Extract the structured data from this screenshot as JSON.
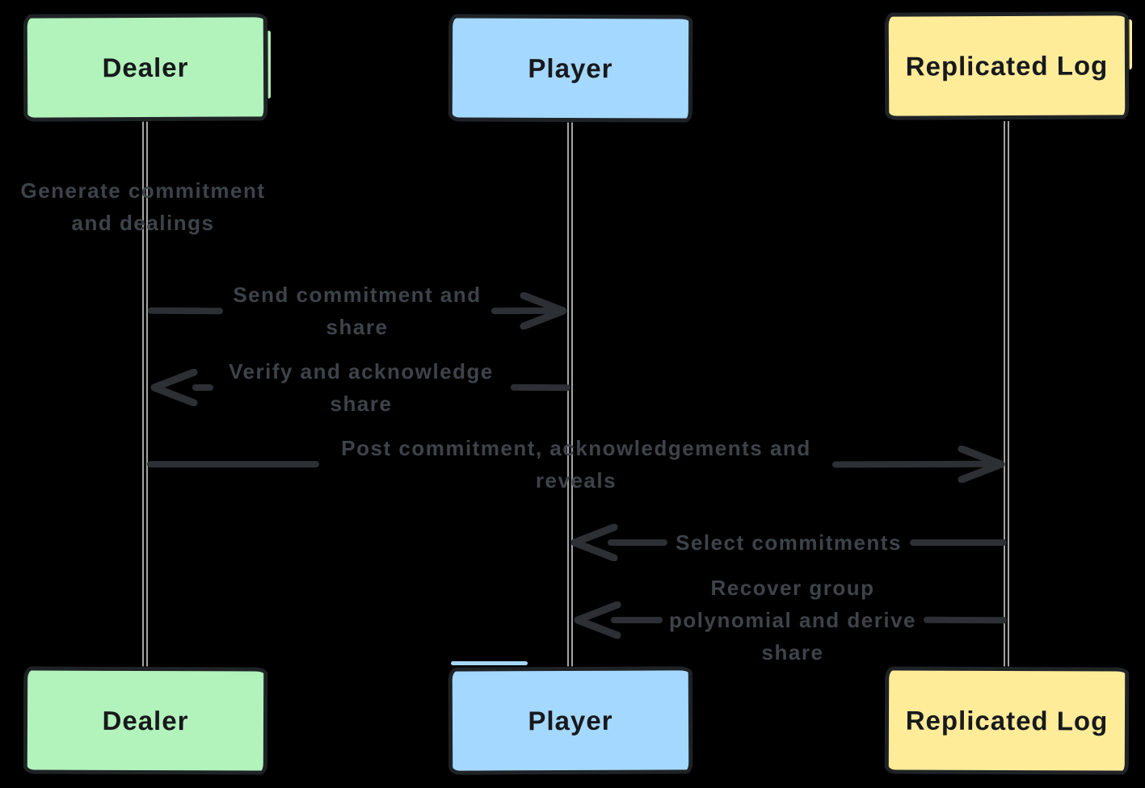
{
  "diagram": {
    "type": "sequence-diagram",
    "background": "#000000",
    "actors": [
      {
        "id": "dealer",
        "label": "Dealer",
        "fill": "#b2f2bb"
      },
      {
        "id": "player",
        "label": "Player",
        "fill": "#a5d8ff"
      },
      {
        "id": "replicated-log",
        "label": "Replicated Log",
        "fill": "#ffec99"
      }
    ],
    "messages": [
      {
        "kind": "note",
        "actor": "dealer",
        "label": "Generate commitment\nand dealings"
      },
      {
        "kind": "arrow",
        "from": "dealer",
        "to": "player",
        "label": "Send commitment and\nshare"
      },
      {
        "kind": "arrow",
        "from": "player",
        "to": "dealer",
        "label": "Verify and acknowledge\nshare"
      },
      {
        "kind": "arrow",
        "from": "dealer",
        "to": "replicated-log",
        "label": "Post commitment, acknowledgements and\nreveals"
      },
      {
        "kind": "arrow",
        "from": "replicated-log",
        "to": "player",
        "label": "Select commitments"
      },
      {
        "kind": "arrow",
        "from": "replicated-log",
        "to": "player",
        "label": "Recover group\npolynomial and derive\nshare"
      }
    ],
    "colors": {
      "background": "#000000",
      "actor_border": "#1f2326",
      "actor_text": "#17191c",
      "dealer_fill": "#b2f2bb",
      "player_fill": "#a5d8ff",
      "replicated_log_fill": "#ffec99",
      "lifeline": "#a3a3a3",
      "arrow": "#2c3034",
      "message_text": "#3e434a"
    }
  }
}
